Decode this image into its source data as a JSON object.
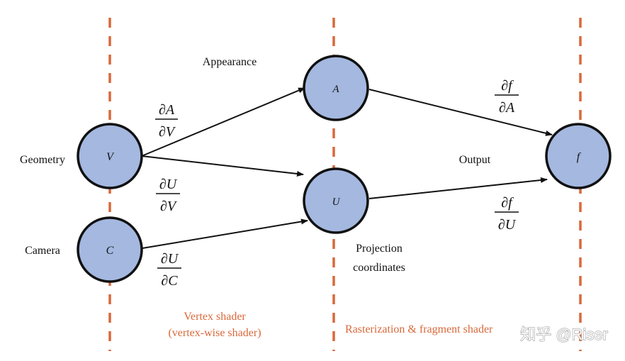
{
  "nodes": {
    "V": "V",
    "C": "C",
    "A": "A",
    "U": "U",
    "f": "f"
  },
  "labels": {
    "geometry": "Geometry",
    "camera": "Camera",
    "appearance": "Appearance",
    "output": "Output",
    "projection_line1": "Projection",
    "projection_line2": "coordinates"
  },
  "derivatives": {
    "dA_dV": {
      "num": "∂A",
      "den": "∂V"
    },
    "dU_dV": {
      "num": "∂U",
      "den": "∂V"
    },
    "dU_dC": {
      "num": "∂U",
      "den": "∂C"
    },
    "df_dA": {
      "num": "∂f",
      "den": "∂A"
    },
    "df_dU": {
      "num": "∂f",
      "den": "∂U"
    }
  },
  "stages": {
    "vertex_line1": "Vertex shader",
    "vertex_line2": "(vertex-wise shader)",
    "raster": "Rasterization & fragment shader"
  },
  "watermark": "知乎 @Riser",
  "colors": {
    "node_fill": "#a4b8e0",
    "node_stroke": "#111111",
    "dashed_line": "#d9683a",
    "stage_text": "#d9683a"
  }
}
